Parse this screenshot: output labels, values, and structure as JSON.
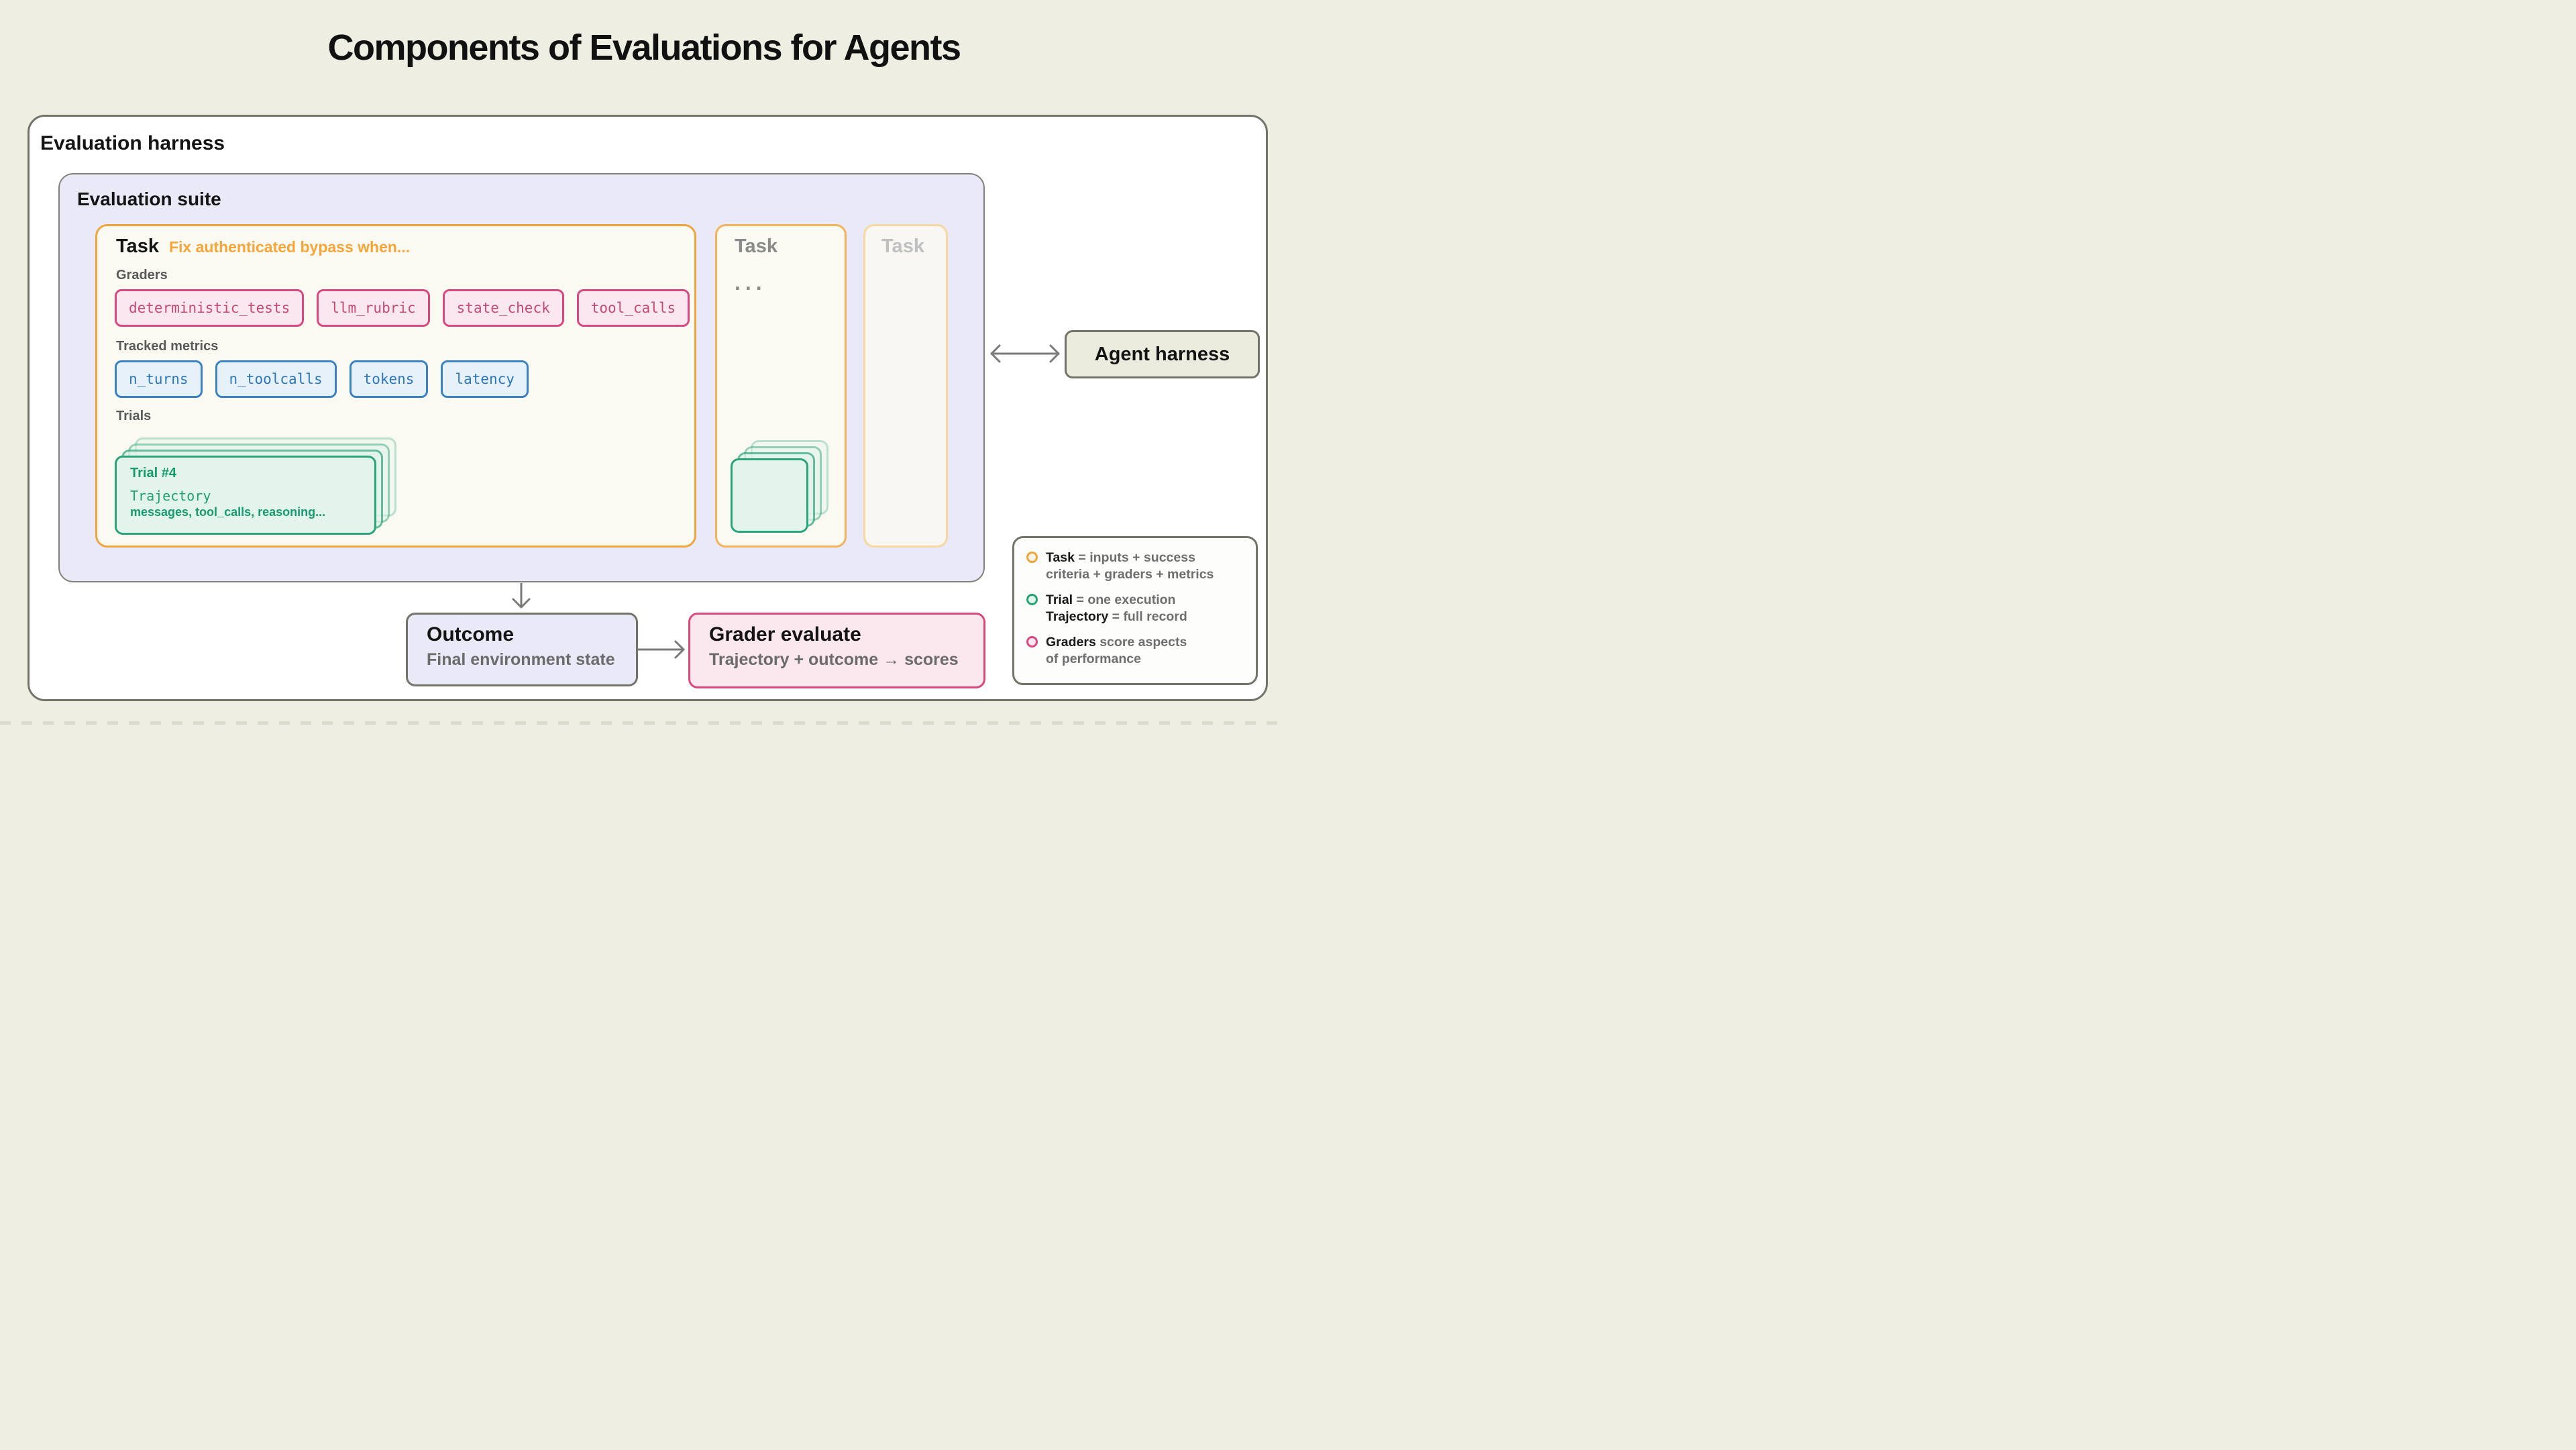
{
  "title": "Components of Evaluations for Agents",
  "harness": {
    "label": "Evaluation harness"
  },
  "suite": {
    "label": "Evaluation suite",
    "task_main": {
      "label": "Task",
      "description": "Fix authenticated bypass when...",
      "graders": {
        "label": "Graders",
        "pills": [
          "deterministic_tests",
          "llm_rubric",
          "state_check",
          "tool_calls"
        ]
      },
      "metrics": {
        "label": "Tracked metrics",
        "pills": [
          "n_turns",
          "n_toolcalls",
          "tokens",
          "latency"
        ]
      },
      "trials": {
        "label": "Trials",
        "card": {
          "title": "Trial #4",
          "subtitle": "Trajectory",
          "body": "messages, tool_calls, reasoning..."
        }
      }
    },
    "task_2": {
      "label": "Task",
      "ellipsis": "..."
    },
    "task_3": {
      "label": "Task"
    }
  },
  "agent_harness": {
    "label": "Agent harness"
  },
  "outcome": {
    "title": "Outcome",
    "subtitle": "Final environment state"
  },
  "grader_evaluate": {
    "title": "Grader evaluate",
    "subtitle": "Trajectory + outcome → scores"
  },
  "legend": {
    "items": [
      {
        "marker_color": "#F0A43C",
        "lines": [
          {
            "bold": "Task",
            "rest": " = inputs + success"
          },
          {
            "bold": "",
            "rest": "criteria + graders + metrics"
          }
        ]
      },
      {
        "marker_color": "#25A277",
        "lines": [
          {
            "bold": "Trial",
            "rest": " = one execution"
          },
          {
            "bold": "Trajectory",
            "rest": " = full record"
          }
        ]
      },
      {
        "marker_color": "#D9487E",
        "lines": [
          {
            "bold": "Graders",
            "rest": " score aspects"
          },
          {
            "bold": "",
            "rest": "of performance"
          }
        ]
      }
    ]
  },
  "colors": {
    "background": "#EFEEE2",
    "outer_box_fill": "#FFFFFF",
    "box_border_gray": "#73736A",
    "suite_fill": "#E9E9F8",
    "accent_orange": "#F0A43C",
    "accent_orange_faded": "#F6D8A0",
    "accent_pink": "#D9487E",
    "pink_fill": "#FAE7EF",
    "accent_blue": "#3A82C3",
    "blue_fill": "#E6F1FA",
    "accent_green": "#25A277",
    "green_fill": "#E2F4EB",
    "agent_fill": "#EBEBDE",
    "gray_text": "#6B6B6B"
  }
}
